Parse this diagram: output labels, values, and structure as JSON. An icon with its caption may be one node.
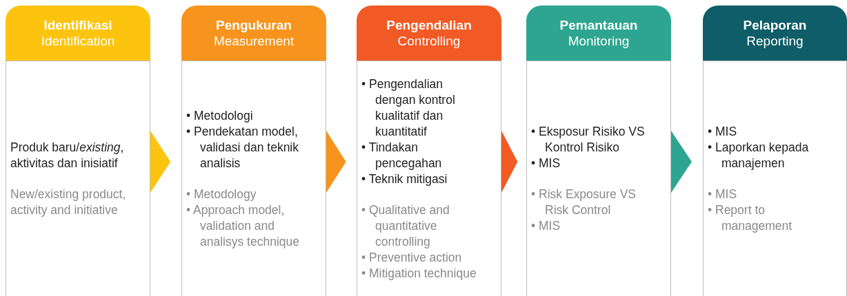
{
  "diagram": {
    "nodes": [
      {
        "text": [
          "Identifikasi",
          "Identification"
        ]
      },
      {
        "text": [
          "Produk baru/*existing*, aktivitas dan inisiatif",
          "New/existing product, activity and initiative"
        ]
      },
      {
        "text": [
          "Pengukuran",
          "Measurement"
        ]
      },
      {
        "text": [
          "• Metodologi",
          "• Pendekatan model, validasi dan teknik analisis",
          "• Metodology",
          "• Approach model, validation and analisys technique"
        ]
      },
      {
        "text": [
          "Pengendalian",
          "Controlling"
        ]
      },
      {
        "text": [
          "• Pengendalian dengan kontrol kualitatif dan kuantitatif",
          "• Tindakan pencegahan",
          "• Teknik mitigasi",
          "• Qualitative and quantitative controlling",
          "• Preventive action",
          "• Mitigation technique"
        ]
      },
      {
        "text": [
          "Pemantauan",
          "Monitoring"
        ]
      },
      {
        "text": [
          "• Eksposur Risiko VS Kontrol Risiko",
          "• MIS",
          "• Risk Exposure VS Risk Control",
          "• MIS"
        ]
      },
      {
        "text": [
          "Pelaporan",
          "Reporting"
        ]
      },
      {
        "text": [
          "• MIS",
          "• Laporkan kepada manajemen",
          "• MIS",
          "• Report to management"
        ]
      }
    ],
    "edges": [
      {
        "from": 1,
        "to": 3,
        "arrow": "to",
        "color": "#fcc40f"
      },
      {
        "from": 3,
        "to": 5,
        "arrow": "to",
        "color": "#f7941d"
      },
      {
        "from": 5,
        "to": 7,
        "arrow": "to",
        "color": "#f15a24"
      },
      {
        "from": 7,
        "to": 9,
        "arrow": "to",
        "color": "#2ea590"
      }
    ]
  }
}
